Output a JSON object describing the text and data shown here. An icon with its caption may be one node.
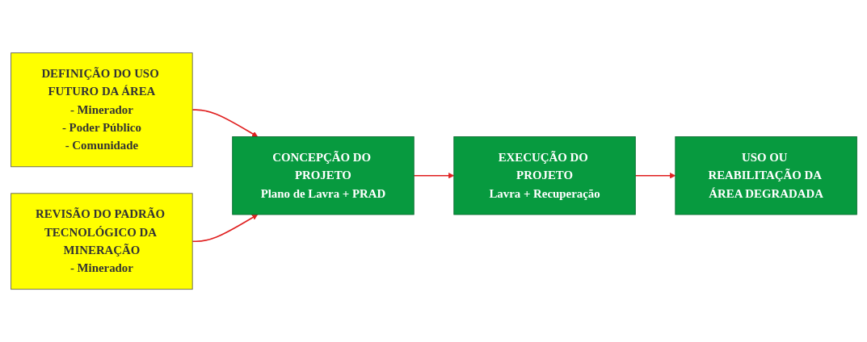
{
  "diagram": {
    "nodes": [
      {
        "text": [
          "DEFINIÇÃO DO USO FUTURO DA ÁREA",
          "- Minerador",
          "- Poder Público",
          "- Comunidade"
        ]
      },
      {
        "text": [
          "REVISÃO DO PADRÃO TECNOLÓGICO DA MINERAÇÃO",
          "- Minerador"
        ]
      },
      {
        "text": [
          "CONCEPÇÃO DO PROJETO",
          "Plano de Lavra + PRAD"
        ]
      },
      {
        "text": [
          "EXECUÇÃO DO PROJETO",
          "Lavra + Recuperação"
        ]
      },
      {
        "text": [
          "USO OU REABILITAÇÃO DA ÁREA DEGRADADA"
        ]
      }
    ],
    "edges": [
      {
        "from": 0,
        "to": 2,
        "arrow": "to"
      },
      {
        "from": 1,
        "to": 2,
        "arrow": "to"
      },
      {
        "from": 2,
        "to": 3,
        "arrow": "to"
      },
      {
        "from": 3,
        "to": 4,
        "arrow": "to"
      }
    ]
  }
}
